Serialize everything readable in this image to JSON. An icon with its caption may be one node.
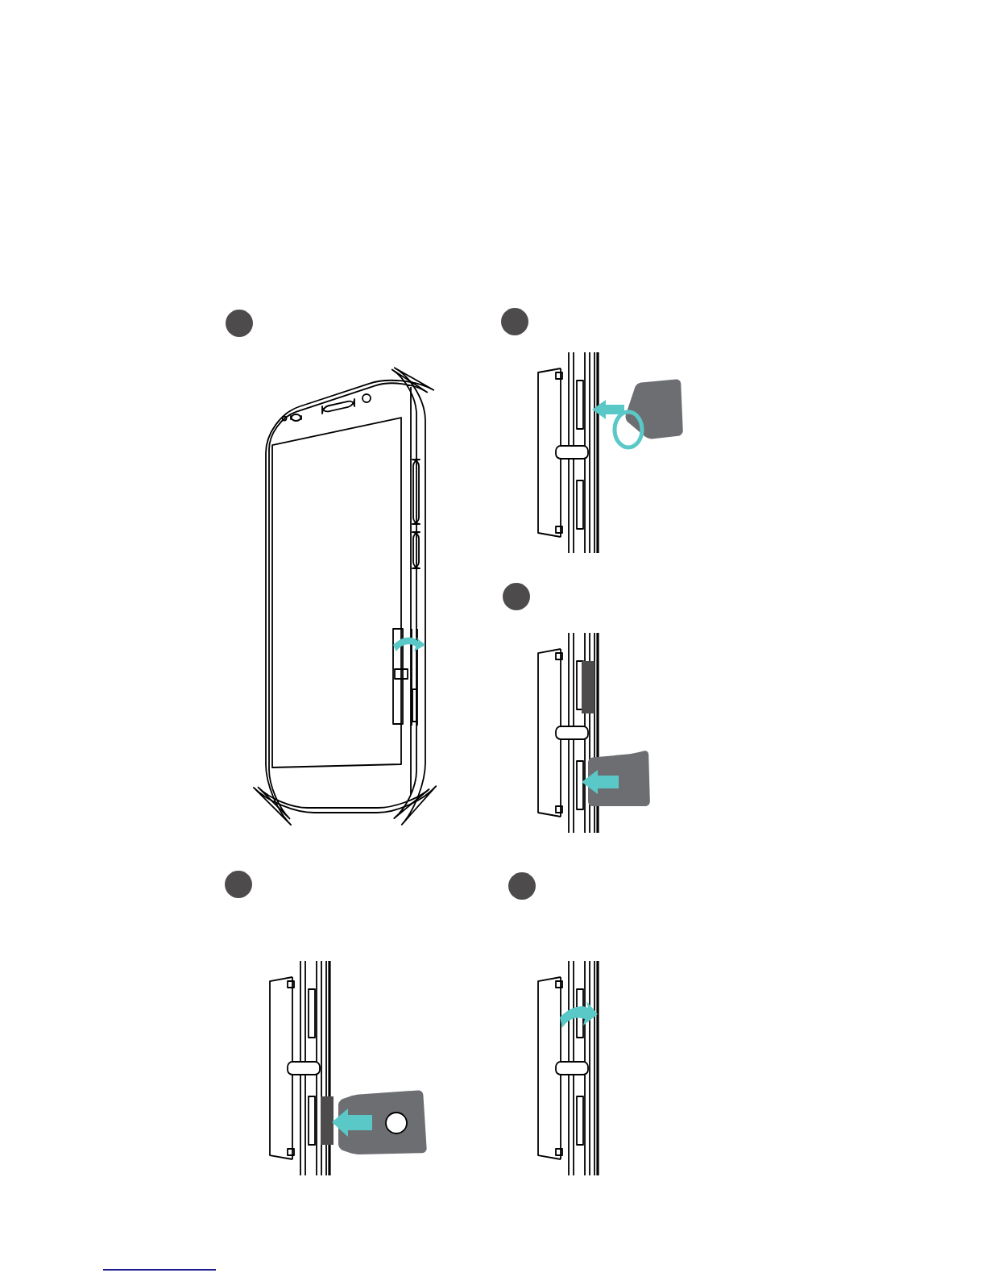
{
  "diagram": {
    "nodes": [
      {
        "text": [],
        "shape": "circle"
      },
      {
        "text": [],
        "shape": "circle"
      },
      {
        "text": [],
        "shape": "circle"
      },
      {
        "text": [],
        "shape": "circle"
      },
      {
        "text": [],
        "shape": "circle"
      }
    ]
  }
}
